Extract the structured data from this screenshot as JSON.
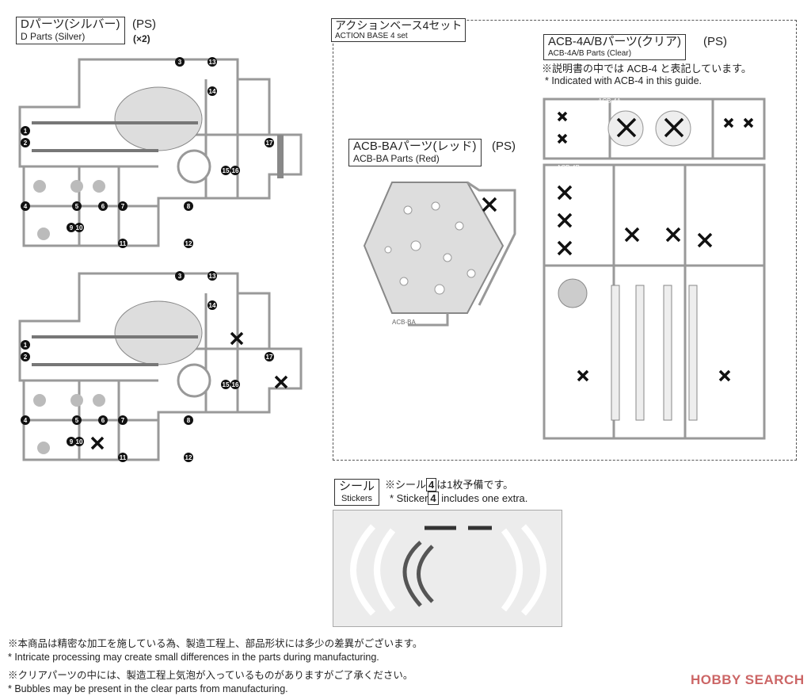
{
  "d_parts": {
    "title_jp": "Dパーツ(シルバー)",
    "title_en": "D Parts (Silver)",
    "material": "(PS)",
    "quantity": "(×2)",
    "part_numbers": [
      "1",
      "2",
      "3",
      "4",
      "5",
      "6",
      "7",
      "8",
      "9",
      "10",
      "11",
      "12",
      "13",
      "14",
      "15",
      "16",
      "17"
    ]
  },
  "action_base": {
    "title_jp": "アクションベース4セット",
    "title_en": "ACTION BASE 4 set",
    "acb4": {
      "title_jp": "ACB-4A/Bパーツ(クリア)",
      "title_en": "ACB-4A/B Parts (Clear)",
      "material": "(PS)",
      "note_jp": "※説明書の中では ACB-4 と表記しています。",
      "note_en": "* Indicated with ACB-4 in this guide.",
      "runner_a": "ACB-4A",
      "runner_b": "ACB-4B"
    },
    "acbba": {
      "title_jp": "ACB-BAパーツ(レッド)",
      "title_en": "ACB-BA Parts (Red)",
      "material": "(PS)",
      "runner_label": "ACB-BA"
    }
  },
  "stickers": {
    "title_jp": "シール",
    "title_en": "Stickers",
    "note_jp_pre": "※シール",
    "note_jp_post": "は1枚予備です。",
    "note_en_pre": "* Sticker",
    "note_en_post": "includes one extra.",
    "number": "4"
  },
  "footer": {
    "note1_jp": "※本商品は精密な加工を施している為、製造工程上、部品形状には多少の差異がございます。",
    "note1_en": "* Intricate processing may create small differences in the parts during manufacturing.",
    "note2_jp": "※クリアパーツの中には、製造工程上気泡が入っているものがありますがご了承ください。",
    "note2_en": "* Bubbles may be present in the clear parts from manufacturing.",
    "watermark": "HOBBY SEARCH"
  }
}
